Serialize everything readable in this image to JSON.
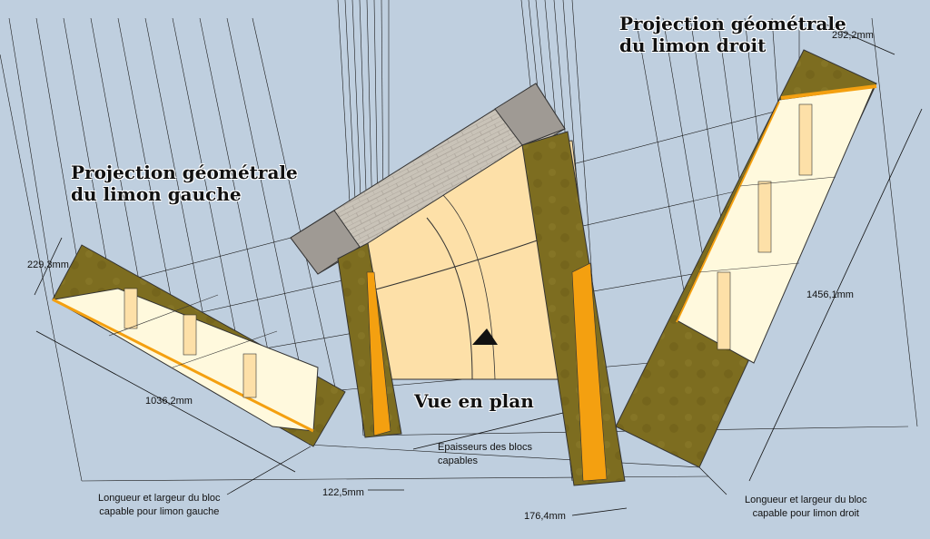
{
  "titles": {
    "left_line1": "Projection géométrale",
    "left_line2": "du limon gauche",
    "right_line1": "Projection géométrale",
    "right_line2": "du limon droit",
    "plan": "Vue en plan"
  },
  "dimensions": {
    "left_width": "229,3mm",
    "left_length": "1036,2mm",
    "right_width": "292,2mm",
    "right_length": "1456,1mm",
    "left_thickness": "122,5mm",
    "right_thickness": "176,4mm"
  },
  "notes": {
    "thickness_line1": "Epaisseurs des blocs",
    "thickness_line2": "capables",
    "left_block_line1": "Longueur et largeur du bloc",
    "left_block_line2": "capable pour limon gauche",
    "right_block_line1": "Longueur et largeur du bloc",
    "right_block_line2": "capable pour limon droit"
  },
  "colors": {
    "background": "#bfcfdf",
    "wood_dark": "#7a6a1e",
    "wood_light": "#fff9dd",
    "step_fill": "#fde0a8",
    "stringer_edge": "#f4a010",
    "wall_stone": "#a9a39c"
  }
}
